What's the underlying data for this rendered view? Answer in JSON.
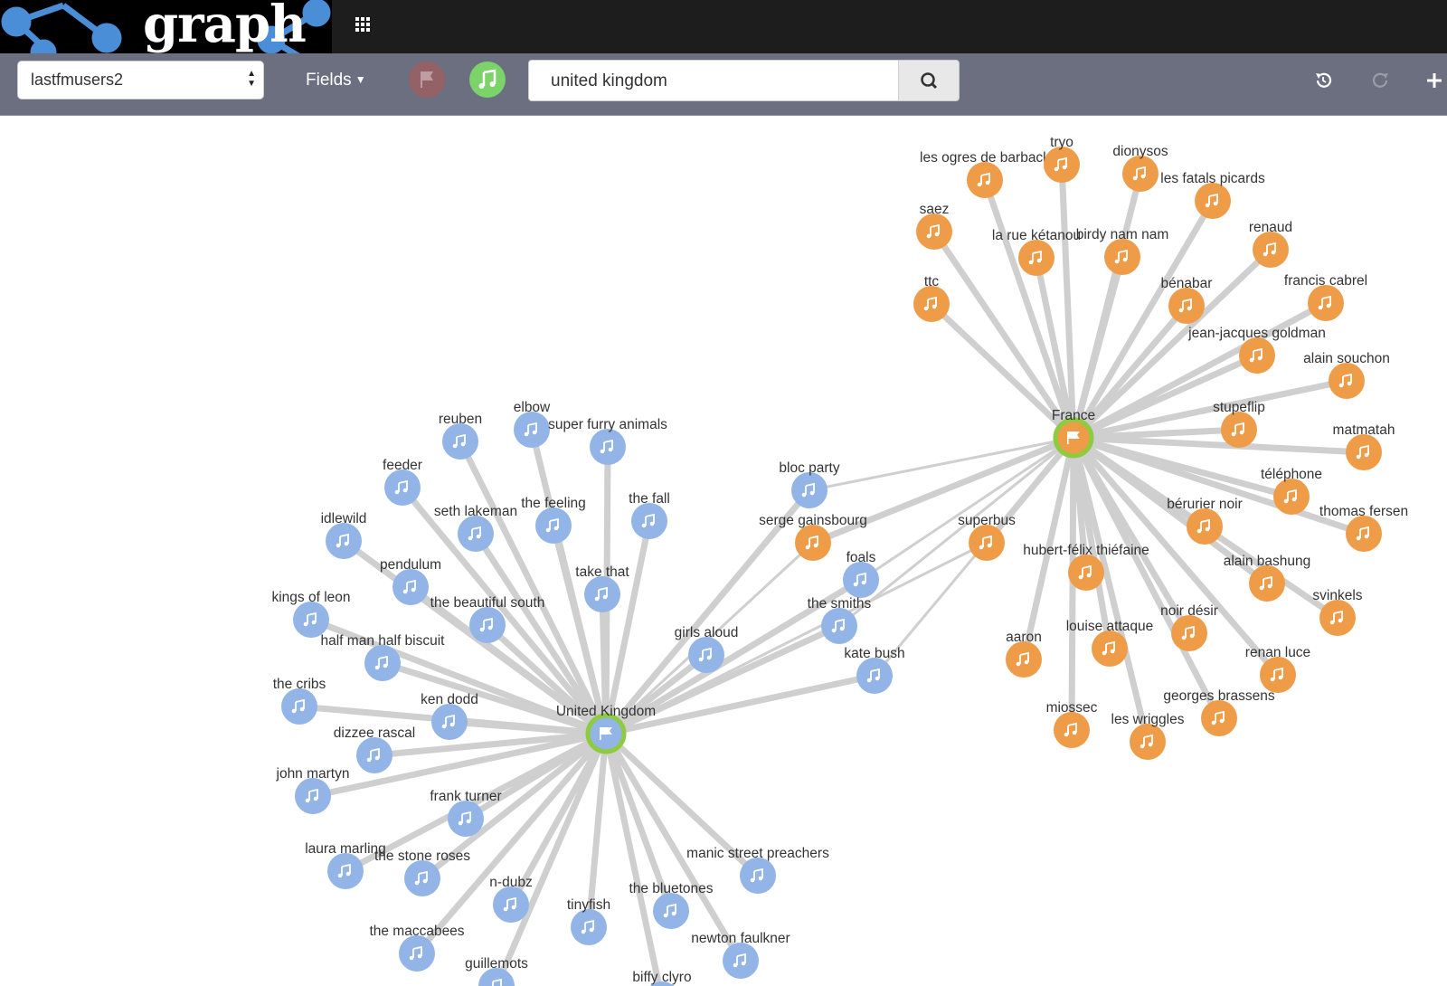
{
  "header": {
    "logo_text": "graph",
    "apps_icon": "grid-icon"
  },
  "toolbar": {
    "index_value": "lastfmusers2",
    "fields_label": "Fields",
    "flag_filter_icon": "flag-icon",
    "music_filter_icon": "music-icon",
    "search_value": "united kingdom",
    "search_icon": "search-icon",
    "undo_icon": "undo-icon",
    "redo_icon": "redo-icon",
    "add_icon": "plus-icon"
  },
  "colors": {
    "uk_node": "#92b4e6",
    "france_node": "#ef9c49",
    "hub_ring": "#8ecb3e",
    "edge": "#cfcfcf",
    "topbar": "#1d1d1d",
    "toolbar": "#6b6f80"
  },
  "graph": {
    "hubs": [
      {
        "id": "uk",
        "label": "United Kingdom",
        "group": "uk"
      },
      {
        "id": "fr",
        "label": "France",
        "group": "france"
      }
    ],
    "uk_nodes": [
      "reuben",
      "elbow",
      "super furry animals",
      "feeder",
      "seth lakeman",
      "the feeling",
      "the fall",
      "idlewild",
      "pendulum",
      "take that",
      "kings of leon",
      "the beautiful south",
      "half man half biscuit",
      "girls aloud",
      "the cribs",
      "ken dodd",
      "dizzee rascal",
      "john martyn",
      "frank turner",
      "laura marling",
      "the stone roses",
      "n-dubz",
      "manic street preachers",
      "tinyfish",
      "the bluetones",
      "the maccabees",
      "newton faulkner",
      "guillemots",
      "biffy clyro",
      "bloc party",
      "foals",
      "the smiths",
      "kate bush"
    ],
    "france_nodes": [
      "les ogres de barback",
      "tryo",
      "dionysos",
      "les fatals picards",
      "saez",
      "la rue kétanou",
      "birdy nam nam",
      "renaud",
      "ttc",
      "bénabar",
      "francis cabrel",
      "jean-jacques goldman",
      "alain souchon",
      "stupeflip",
      "matmatah",
      "téléphone",
      "thomas fersen",
      "bérurier noir",
      "superbus",
      "serge gainsbourg",
      "hubert-félix thiéfaine",
      "alain bashung",
      "svinkels",
      "noir désir",
      "aaron",
      "louise attaque",
      "renan luce",
      "georges brassens",
      "miossec",
      "les wriggles"
    ]
  }
}
